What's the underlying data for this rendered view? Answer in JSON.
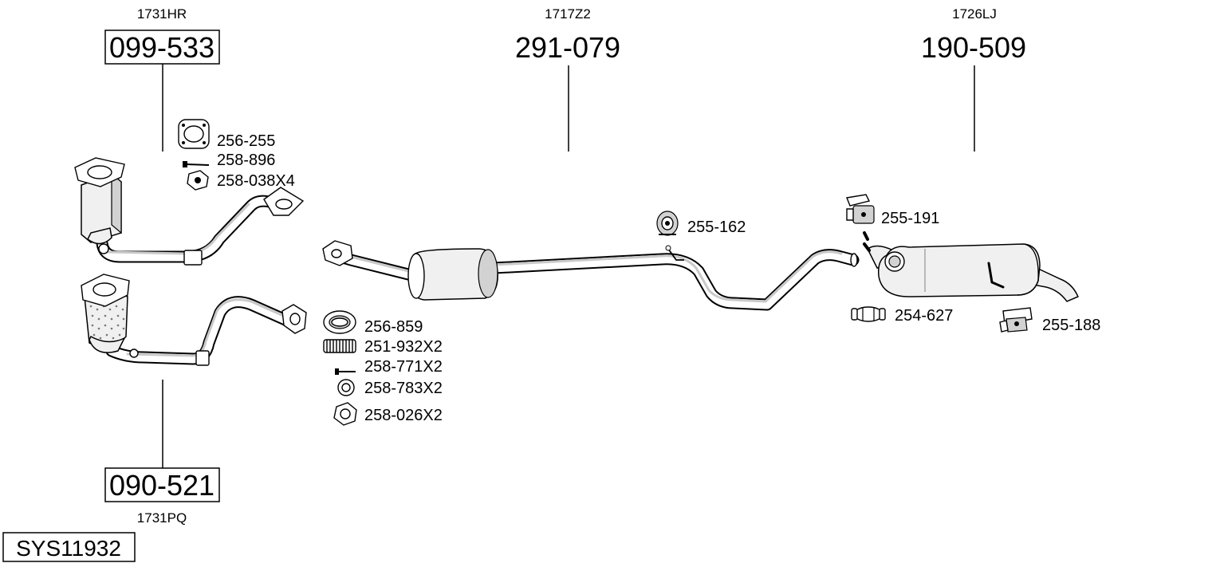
{
  "diagram": {
    "system_code": "SYS11932",
    "components": {
      "front_cat_top": {
        "oem": "1731HR",
        "part": "099-533"
      },
      "front_cat_bottom": {
        "oem": "1731PQ",
        "part": "090-521"
      },
      "centre_pipe": {
        "oem": "1717Z2",
        "part": "291-079"
      },
      "rear_silencer": {
        "oem": "1726LJ",
        "part": "190-509"
      }
    },
    "fittings": {
      "gasket_top": "256-255",
      "bolt_top": "258-896",
      "nut_top": "258-038X4",
      "ring_gasket": "256-859",
      "springs": "251-932X2",
      "bolt_mid": "258-771X2",
      "washer_mid": "258-783X2",
      "nut_mid": "258-026X2",
      "hanger_centre": "255-162",
      "hanger_rear_top": "255-191",
      "clamp_rear": "254-627",
      "hanger_rear_bottom": "255-188"
    }
  }
}
